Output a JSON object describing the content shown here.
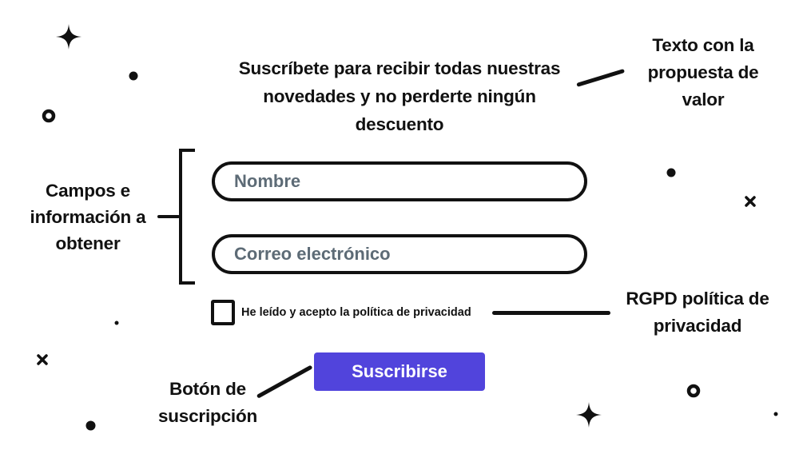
{
  "headline": {
    "line1": "Suscríbete para recibir todas nuestras",
    "line2": "novedades y no perderte ningún",
    "line3": "descuento"
  },
  "form": {
    "fields": [
      {
        "placeholder": "Nombre",
        "value": ""
      },
      {
        "placeholder": "Correo electrónico",
        "value": ""
      }
    ],
    "privacy_checkbox": {
      "label": "He leído y acepto la política de privacidad",
      "checked": false
    },
    "submit_label": "Suscribirse"
  },
  "annotations": {
    "value_proposition": {
      "line1": "Texto con la",
      "line2": "propuesta de",
      "line3": "valor"
    },
    "fields_info": {
      "line1": "Campos e",
      "line2": "información a",
      "line3": "obtener"
    },
    "gdpr": {
      "line1": "RGPD política de",
      "line2": "privacidad"
    },
    "submit_button": {
      "line1": "Botón de",
      "line2": "suscripción"
    }
  },
  "colors": {
    "button_bg": "#5144dc",
    "button_text": "#ffffff",
    "placeholder_text": "#5d6b76",
    "ink": "#111111",
    "background": "#ffffff"
  },
  "decorations": [
    "sparkle-icon",
    "dot-icon",
    "ring-icon",
    "dot-icon",
    "cross-icon",
    "dot-icon",
    "cross-icon",
    "dot-icon",
    "ring-icon",
    "sparkle-icon",
    "dot-icon"
  ]
}
